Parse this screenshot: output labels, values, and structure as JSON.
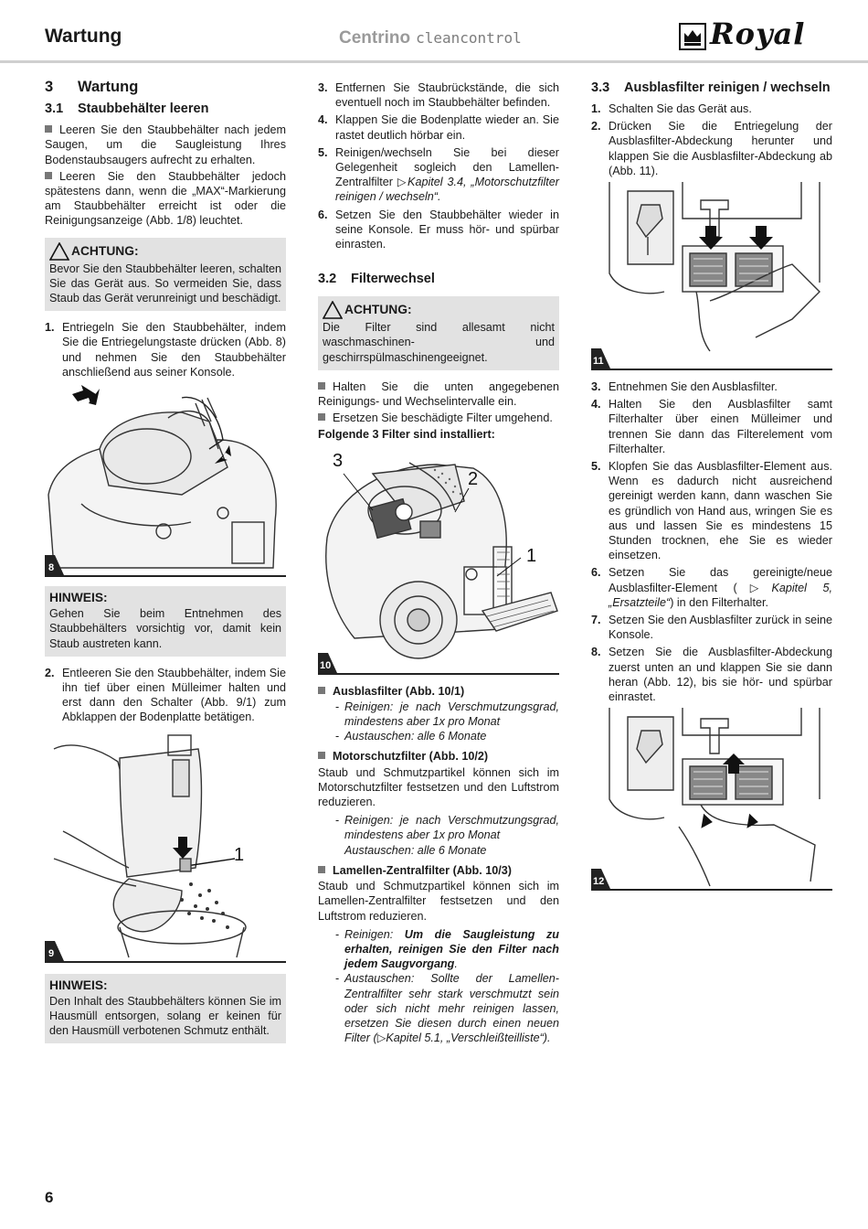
{
  "header": {
    "title": "Wartung",
    "product": "Centrino",
    "product_sub": "cleancontrol",
    "brand": "Royal"
  },
  "page_number": "6",
  "col1": {
    "h2_num": "3",
    "h2_text": "Wartung",
    "h3_num": "3.1",
    "h3_text": "Staubbehälter leeren",
    "b1": "Leeren Sie den Staubbehälter nach jedem Saugen, um die Saugleistung Ihres Bodenstaubsaugers aufrecht zu erhalten.",
    "b2": "Leeren Sie den Staubbehälter jedoch spätestens dann, wenn die „MAX“-Markierung am Staubbehälter erreicht ist oder die Reinigungsanzeige (Abb. 1/8) leuchtet.",
    "warn_title": "ACHTUNG:",
    "warn_text": "Bevor Sie den Staubbehälter leeren, schalten Sie das Gerät aus. So vermeiden Sie, dass Staub das Gerät verunreinigt und beschädigt.",
    "s1_num": "1.",
    "s1": "Entriegeln Sie den Staubbehälter, indem Sie die Entriegelungstaste drücken (Abb. 8) und nehmen Sie den Staubbehälter anschließend aus seiner Konsole.",
    "fig8": "8",
    "note1_title": "HINWEIS:",
    "note1_text": "Gehen Sie beim Entnehmen des Staubbehälters vorsichtig vor, damit kein Staub austreten kann.",
    "s2_num": "2.",
    "s2": "Entleeren Sie den Staubbehälter, indem Sie ihn tief über einen Mülleimer halten und erst dann den Schalter (Abb. 9/1) zum Abklappen der Bodenplatte betätigen.",
    "fig9": "9",
    "fig9_call1": "1",
    "note2_title": "HINWEIS:",
    "note2_text": "Den Inhalt des Staubbehälters können Sie im Hausmüll entsorgen, solang er keinen für den Hausmüll verbotenen Schmutz enthält."
  },
  "col2": {
    "s3_num": "3.",
    "s3": "Entfernen Sie Staubrückstände, die sich eventuell noch im Staubbehälter befinden.",
    "s4_num": "4.",
    "s4": "Klappen Sie die Bodenplatte wieder an. Sie rastet deutlich hörbar ein.",
    "s5_num": "5.",
    "s5a": "Reinigen/wechseln Sie bei dieser Gelegenheit sogleich den Lamellen-Zentralfilter ",
    "s5b": "Kapitel 3.4, „Motorschutzfilter reinigen / wechseln“.",
    "s6_num": "6.",
    "s6": "Setzen Sie den Staubbehälter wieder in seine Konsole. Er muss hör- und spürbar einrasten.",
    "h3_num": "3.2",
    "h3_text": "Filterwechsel",
    "warn_title": "ACHTUNG:",
    "warn_text": "Die Filter sind allesamt nicht waschmaschinen- und geschirrspülmaschinengeeignet.",
    "b1": "Halten Sie die unten angegebenen Reinigungs- und Wechselintervalle ein.",
    "b2": "Ersetzen Sie beschädigte Filter umgehend.",
    "installed": "Folgende 3 Filter sind installiert:",
    "fig10": "10",
    "fig10_c3": "3",
    "fig10_c2": "2",
    "fig10_c1": "1",
    "f1_title": "Ausblasfilter (Abb. 10/1)",
    "f1_d1": "Reinigen: je nach Verschmutzungsgrad, mindestens aber 1x pro Monat",
    "f1_d2": "Austauschen: alle 6 Monate",
    "f2_title": "Motorschutzfilter (Abb. 10/2)",
    "f2_text": "Staub und Schmutzpartikel können sich im Motorschutzfilter festsetzen und den Luftstrom reduzieren.",
    "f2_d1a": "Reinigen: je nach Verschmutzungsgrad, mindestens aber 1x pro Monat",
    "f2_d1b": "Austauschen: alle 6 Monate",
    "f3_title": "Lamellen-Zentralfilter (Abb. 10/3)",
    "f3_text": "Staub und Schmutzpartikel können sich im Lamellen-Zentralfilter festsetzen und den Luftstrom reduzieren.",
    "f3_d1a": "Reinigen: ",
    "f3_d1b": "Um die Saugleistung zu erhalten, reinigen Sie den Filter nach jedem Saugvorgang",
    "f3_d1c": ".",
    "f3_d2a": "Austauschen: Sollte der Lamellen-Zentralfilter sehr stark verschmutzt sein oder sich nicht mehr reinigen lassen, ersetzen Sie diesen durch einen neuen Filter (",
    "f3_d2b": "Kapitel 5.1, „Verschleißteilliste“)."
  },
  "col3": {
    "h3_num": "3.3",
    "h3_text": "Ausblasfilter reinigen / wechseln",
    "s1_num": "1.",
    "s1": "Schalten Sie das Gerät aus.",
    "s2_num": "2.",
    "s2": "Drücken Sie die Entriegelung der Ausblasfilter-Abdeckung herunter und klappen Sie die Ausblasfilter-Abdeckung ab (Abb. 11).",
    "fig11": "11",
    "s3_num": "3.",
    "s3": "Entnehmen Sie den Ausblasfilter.",
    "s4_num": "4.",
    "s4": "Halten Sie den Ausblasfilter samt Filterhalter über einen Mülleimer und trennen Sie dann das Filterelement vom Filterhalter.",
    "s5_num": "5.",
    "s5": "Klopfen Sie das Ausblasfilter-Element aus. Wenn es dadurch nicht ausreichend gereinigt werden kann, dann waschen Sie es gründlich von Hand aus, wringen Sie es aus und lassen Sie es mindestens 15 Stunden trocknen, ehe Sie es wieder einsetzen.",
    "s6_num": "6.",
    "s6a": "Setzen Sie das gereinigte/neue Ausblasfilter-Element (",
    "s6b": "Kapitel 5, „Ersatzteile“",
    "s6c": ") in den Filterhalter.",
    "s7_num": "7.",
    "s7": "Setzen Sie den Ausblasfilter zurück in seine Konsole.",
    "s8_num": "8.",
    "s8": "Setzen Sie die Ausblasfilter-Abdeckung zuerst unten an und klappen Sie sie dann heran (Abb. 12), bis sie hör- und spürbar einrastet.",
    "fig12": "12"
  }
}
